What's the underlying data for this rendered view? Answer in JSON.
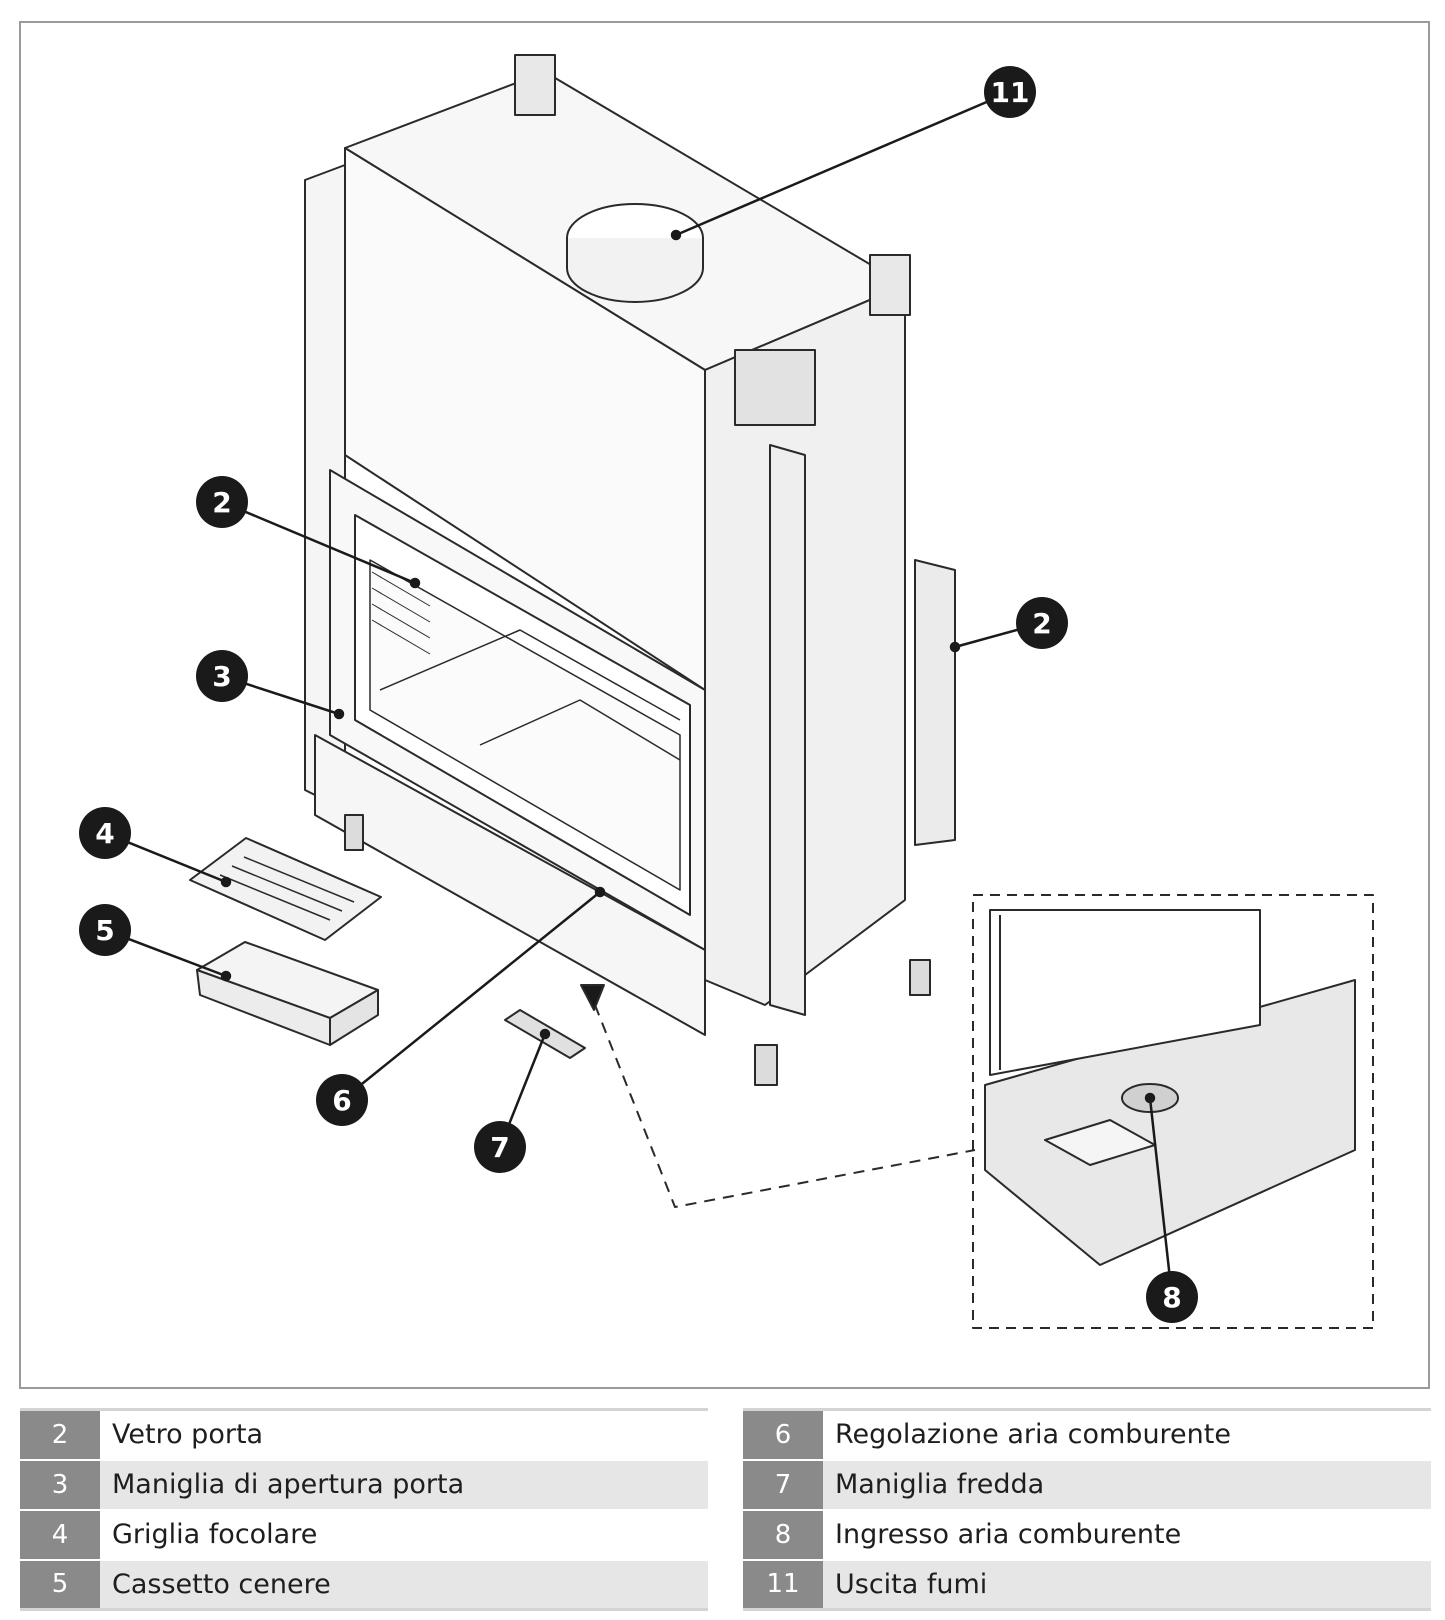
{
  "callouts": [
    {
      "id": "callout-2-left",
      "label": "2"
    },
    {
      "id": "callout-2-right",
      "label": "2"
    },
    {
      "id": "callout-3",
      "label": "3"
    },
    {
      "id": "callout-4",
      "label": "4"
    },
    {
      "id": "callout-5",
      "label": "5"
    },
    {
      "id": "callout-6",
      "label": "6"
    },
    {
      "id": "callout-7",
      "label": "7"
    },
    {
      "id": "callout-8",
      "label": "8"
    },
    {
      "id": "callout-11",
      "label": "11"
    }
  ],
  "legend": {
    "left": [
      {
        "number": "2",
        "name": "Vetro porta"
      },
      {
        "number": "3",
        "name": "Maniglia di apertura porta"
      },
      {
        "number": "4",
        "name": "Griglia focolare"
      },
      {
        "number": "5",
        "name": "Cassetto cenere"
      }
    ],
    "right": [
      {
        "number": "6",
        "name": "Regolazione aria comburente"
      },
      {
        "number": "7",
        "name": "Maniglia fredda"
      },
      {
        "number": "8",
        "name": "Ingresso aria comburente"
      },
      {
        "number": "11",
        "name": "Uscita fumi"
      }
    ]
  },
  "colors": {
    "callout_fill": "#1a1a1a",
    "legend_number_bg": "#8a8a8a",
    "legend_row_alt": "#e6e6e6",
    "line": "#1a1a1a"
  }
}
